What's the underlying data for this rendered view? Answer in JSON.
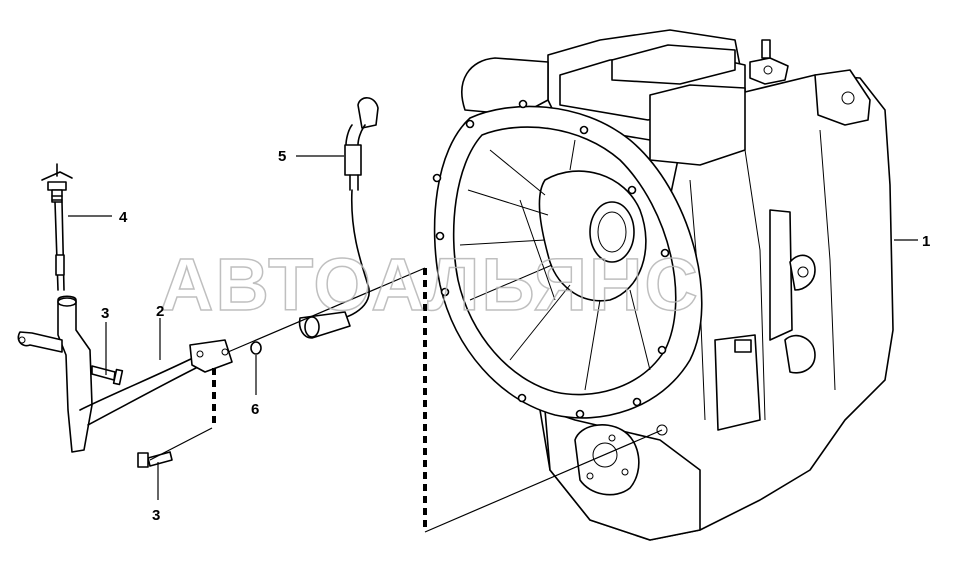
{
  "watermark": "АВТОАЛЬЯНС",
  "callouts": {
    "c1": "1",
    "c2": "2",
    "c3a": "3",
    "c3b": "3",
    "c4": "4",
    "c5": "5",
    "c6": "6"
  }
}
